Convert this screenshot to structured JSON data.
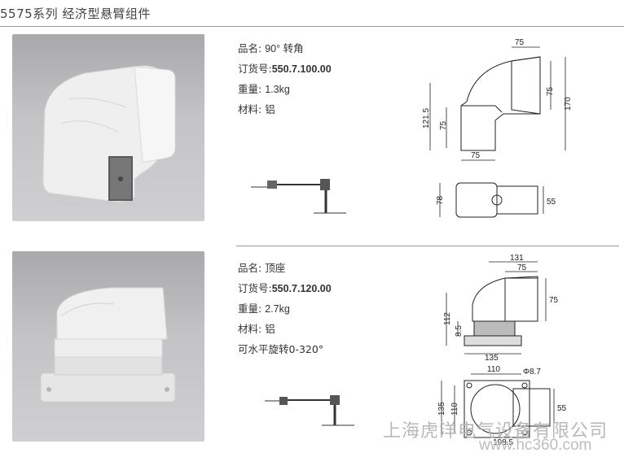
{
  "header": {
    "title": "5575系列  经济型悬臂组件"
  },
  "products": [
    {
      "name_label": "品名:",
      "name_value": "90° 转角",
      "order_label": "订货号:",
      "order_value": "550.7.100.00",
      "weight_label": "重量:",
      "weight_value": "1.3kg",
      "material_label": "材料:",
      "material_value": "铝",
      "dims": {
        "a": "75",
        "b": "75",
        "c": "170",
        "d": "121.5",
        "e": "75",
        "f": "75",
        "g": "78",
        "h": "55"
      }
    },
    {
      "name_label": "品名:",
      "name_value": "顶座",
      "order_label": "订货号:",
      "order_value": "550.7.120.00",
      "weight_label": "重量:",
      "weight_value": "2.7kg",
      "material_label": "材料:",
      "material_value": "铝",
      "extra": "可水平旋转0-320°",
      "dims": {
        "a": "131",
        "b": "75",
        "c": "75",
        "d": "112",
        "e": "8.5",
        "f": "135",
        "g": "110",
        "h": "Φ8.7",
        "i": "135",
        "j": "110",
        "k": "55",
        "l": "198.5"
      }
    }
  ],
  "watermark": {
    "company": "上海虎洋电气设备有限公司",
    "url": "www.hc360.com"
  }
}
